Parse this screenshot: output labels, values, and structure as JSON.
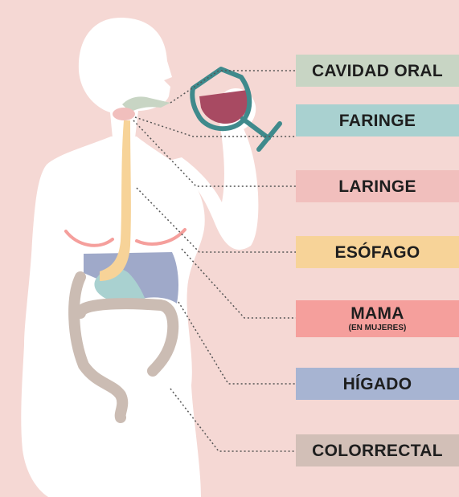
{
  "labels": [
    {
      "key": "cavidad-oral",
      "text": "CAVIDAD ORAL",
      "color": "#c8d5c4"
    },
    {
      "key": "faringe",
      "text": "FARINGE",
      "color": "#a9d1d0"
    },
    {
      "key": "laringe",
      "text": "LARINGE",
      "color": "#f1bfbd"
    },
    {
      "key": "esofago",
      "text": "ESÓFAGO",
      "color": "#f7d398"
    },
    {
      "key": "mama",
      "text": "MAMA",
      "sub": "(EN MUJERES)",
      "color": "#f59f9c"
    },
    {
      "key": "higado",
      "text": "HÍGADO",
      "color": "#a7b4d2"
    },
    {
      "key": "colorrectal",
      "text": "COLORRECTAL",
      "color": "#d2bfb7"
    }
  ],
  "colors": {
    "background": "#f5d8d4",
    "silhouette": "#ffffff",
    "wine_glass": "#3f8a8c",
    "wine": "#a84a62",
    "esophagus": "#f7d398",
    "liver": "#9fa9c9",
    "stomach": "#a9d1d0",
    "colon": "#cbbcb3",
    "breast_line": "#f59f9c",
    "leader_line": "#555555"
  }
}
